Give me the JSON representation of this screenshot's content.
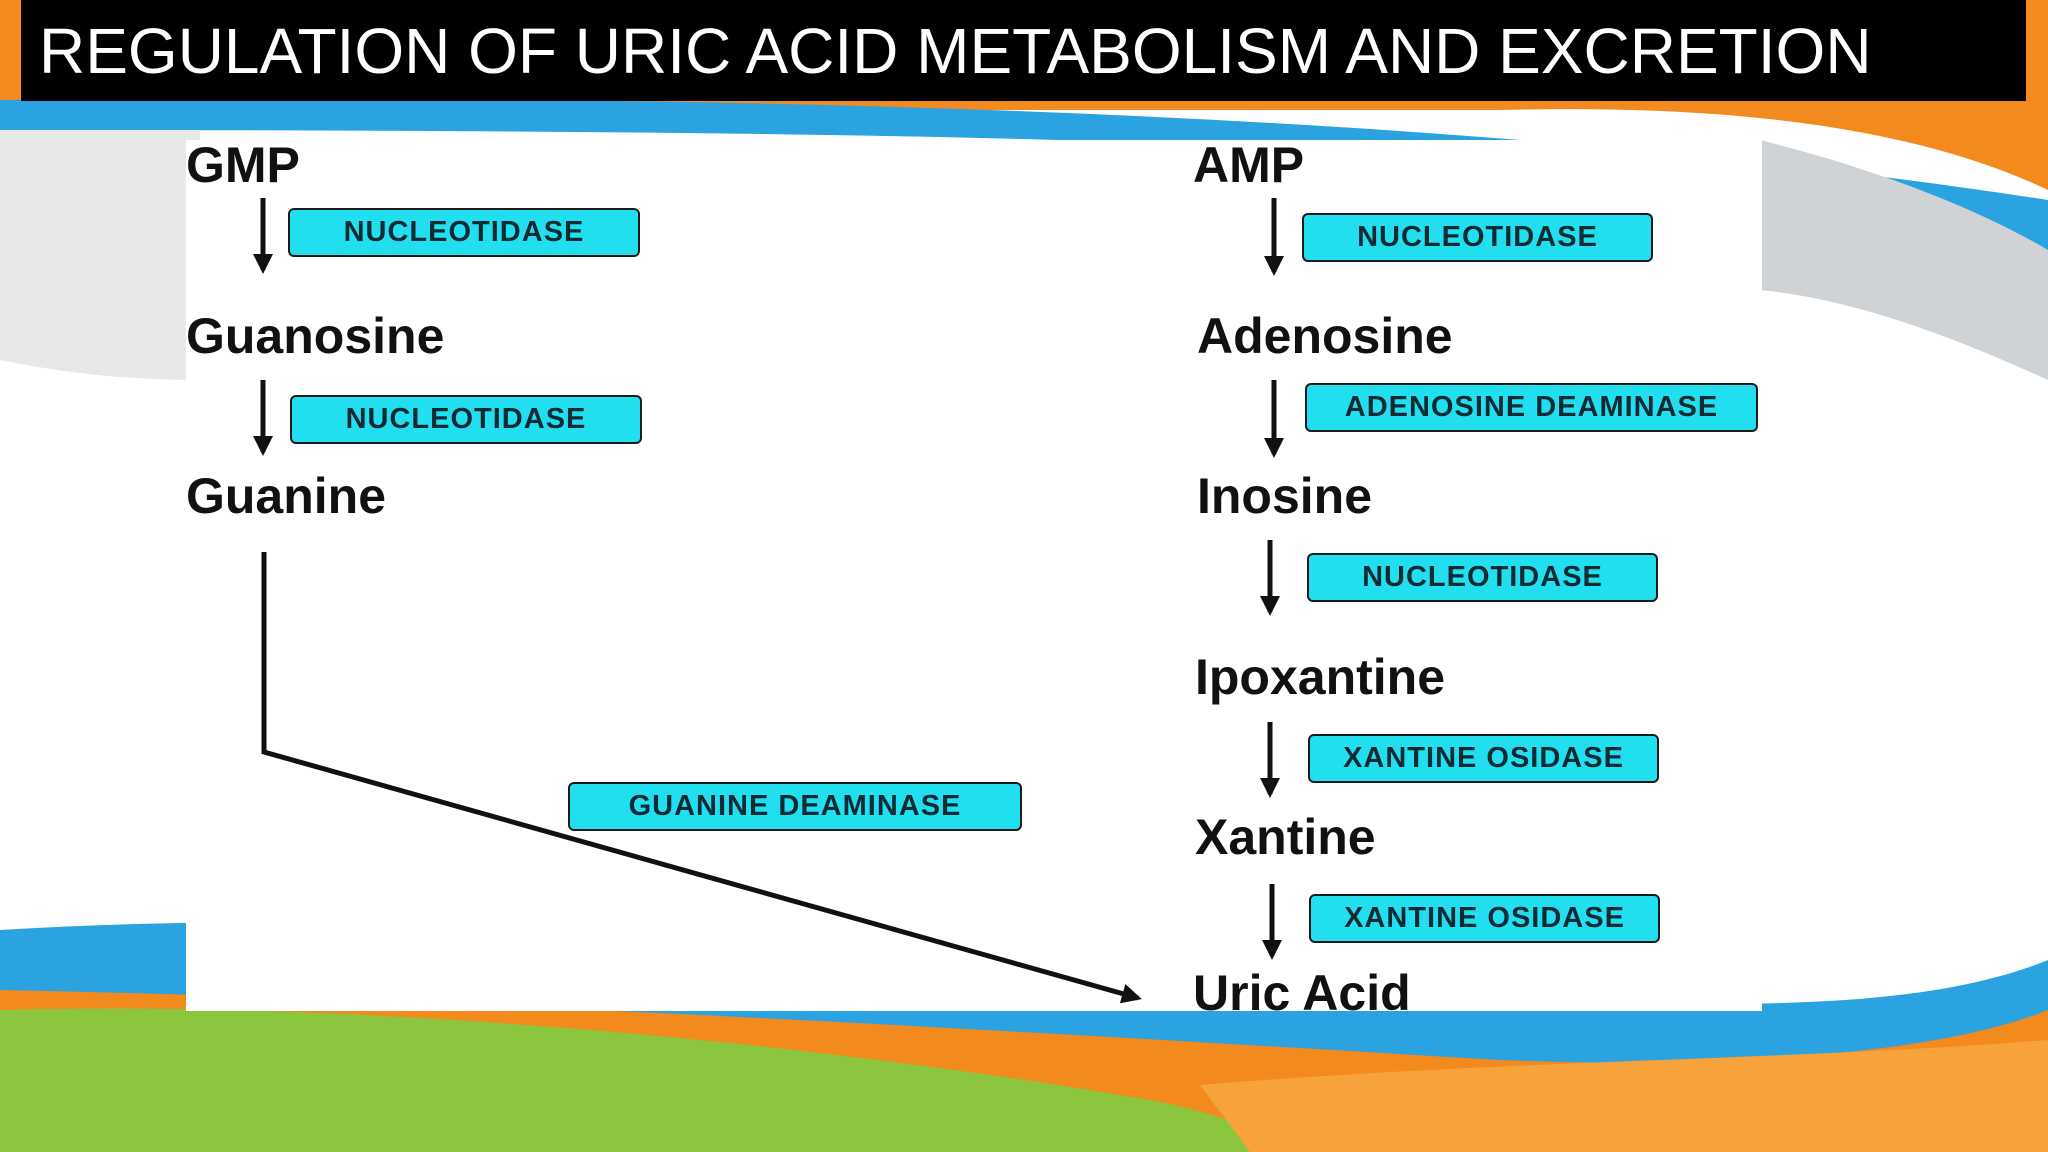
{
  "title": "REGULATION OF URIC ACID METABOLISM AND EXCRETION",
  "colors": {
    "enzyme_fill": "#22dff0",
    "title_bar": "#000000",
    "accent_orange": "#f28a1e",
    "accent_blue": "#2aa3e0",
    "accent_green": "#8cc63f"
  },
  "left_pathway": {
    "nodes": [
      "GMP",
      "Guanosine",
      "Guanine"
    ],
    "enzymes": [
      "NUCLEOTIDASE",
      "NUCLEOTIDASE"
    ]
  },
  "right_pathway": {
    "nodes": [
      "AMP",
      "Adenosine",
      "Inosine",
      "Ipoxantine",
      "Xantine",
      "Uric Acid"
    ],
    "enzymes": [
      "NUCLEOTIDASE",
      "ADENOSINE DEAMINASE",
      "NUCLEOTIDASE",
      "XANTINE OSIDASE",
      "XANTINE OSIDASE"
    ]
  },
  "cross_enzyme": "GUANINE DEAMINASE"
}
